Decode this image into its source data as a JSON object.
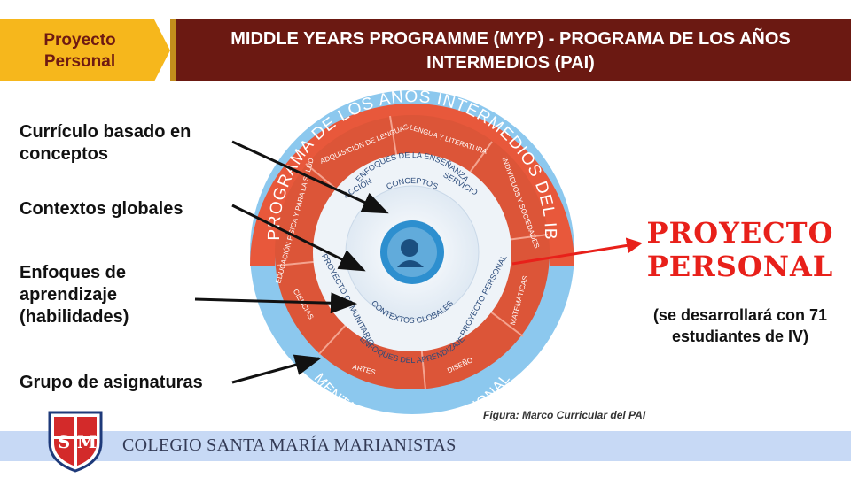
{
  "header": {
    "left_line1": "Proyecto",
    "left_line2": "Personal",
    "title_line1": "MIDDLE YEARS PROGRAMME (MYP) - PROGRAMA DE LOS AÑOS",
    "title_line2": "INTERMEDIOS (PAI)"
  },
  "labels": {
    "curriculo_line1": "Currículo basado en",
    "curriculo_line2": "conceptos",
    "contextos": "Contextos globales",
    "enfoques_line1": "Enfoques de",
    "enfoques_line2": "aprendizaje",
    "enfoques_line3": "(habilidades)",
    "grupo": "Grupo de asignaturas"
  },
  "proyecto": {
    "title_line1": "PROYECTO",
    "title_line2": "PERSONAL",
    "note_line1": "(se desarrollará con 71",
    "note_line2": "estudiantes de IV)"
  },
  "diagram": {
    "outer_arc_text": "PROGRAMA DE LOS AÑOS INTERMEDIOS DEL IB",
    "bottom_arc_text": "MENTALIDAD INTERNACIONAL",
    "subjects": {
      "adquisicion": "ADQUISICIÓN DE LENGUAS",
      "lengua": "LENGUA Y LITERATURA",
      "individuos": "INDIVIDUOS Y SOCIEDADES",
      "matematicas": "MATEMÁTICAS",
      "diseno": "DISEÑO",
      "artes": "ARTES",
      "ciencias": "CIENCIAS",
      "educacion": "EDUCACIÓN FÍSICA Y PARA LA SALUD"
    },
    "inner": {
      "accion": "ACCIÓN",
      "servicio": "SERVICIO",
      "proyecto_personal": "PROYECTO PERSONAL",
      "proyecto_comunitario": "PROYECTO COMUNITARIO",
      "enfoques_ensenanza": "ENFOQUES DE LA ENSEÑANZA",
      "conceptos": "CONCEPTOS",
      "contextos_globales": "CONTEXTOS GLOBALES",
      "enfoques_aprendizaje": "ENFOQUES DEL APRENDIZAJE"
    },
    "colors": {
      "outer_ring": "#e8583b",
      "subject_ring": "#d94e36",
      "inner_light": "#eef3f8",
      "blue_band": "#7fc1ec",
      "arrow_red": "#e8201a"
    }
  },
  "caption": "Figura:  Marco Curricular del PAI",
  "footer": {
    "school": "COLEGIO SANTA MARÍA MARIANISTAS"
  },
  "logo": {
    "letters": "SM"
  }
}
